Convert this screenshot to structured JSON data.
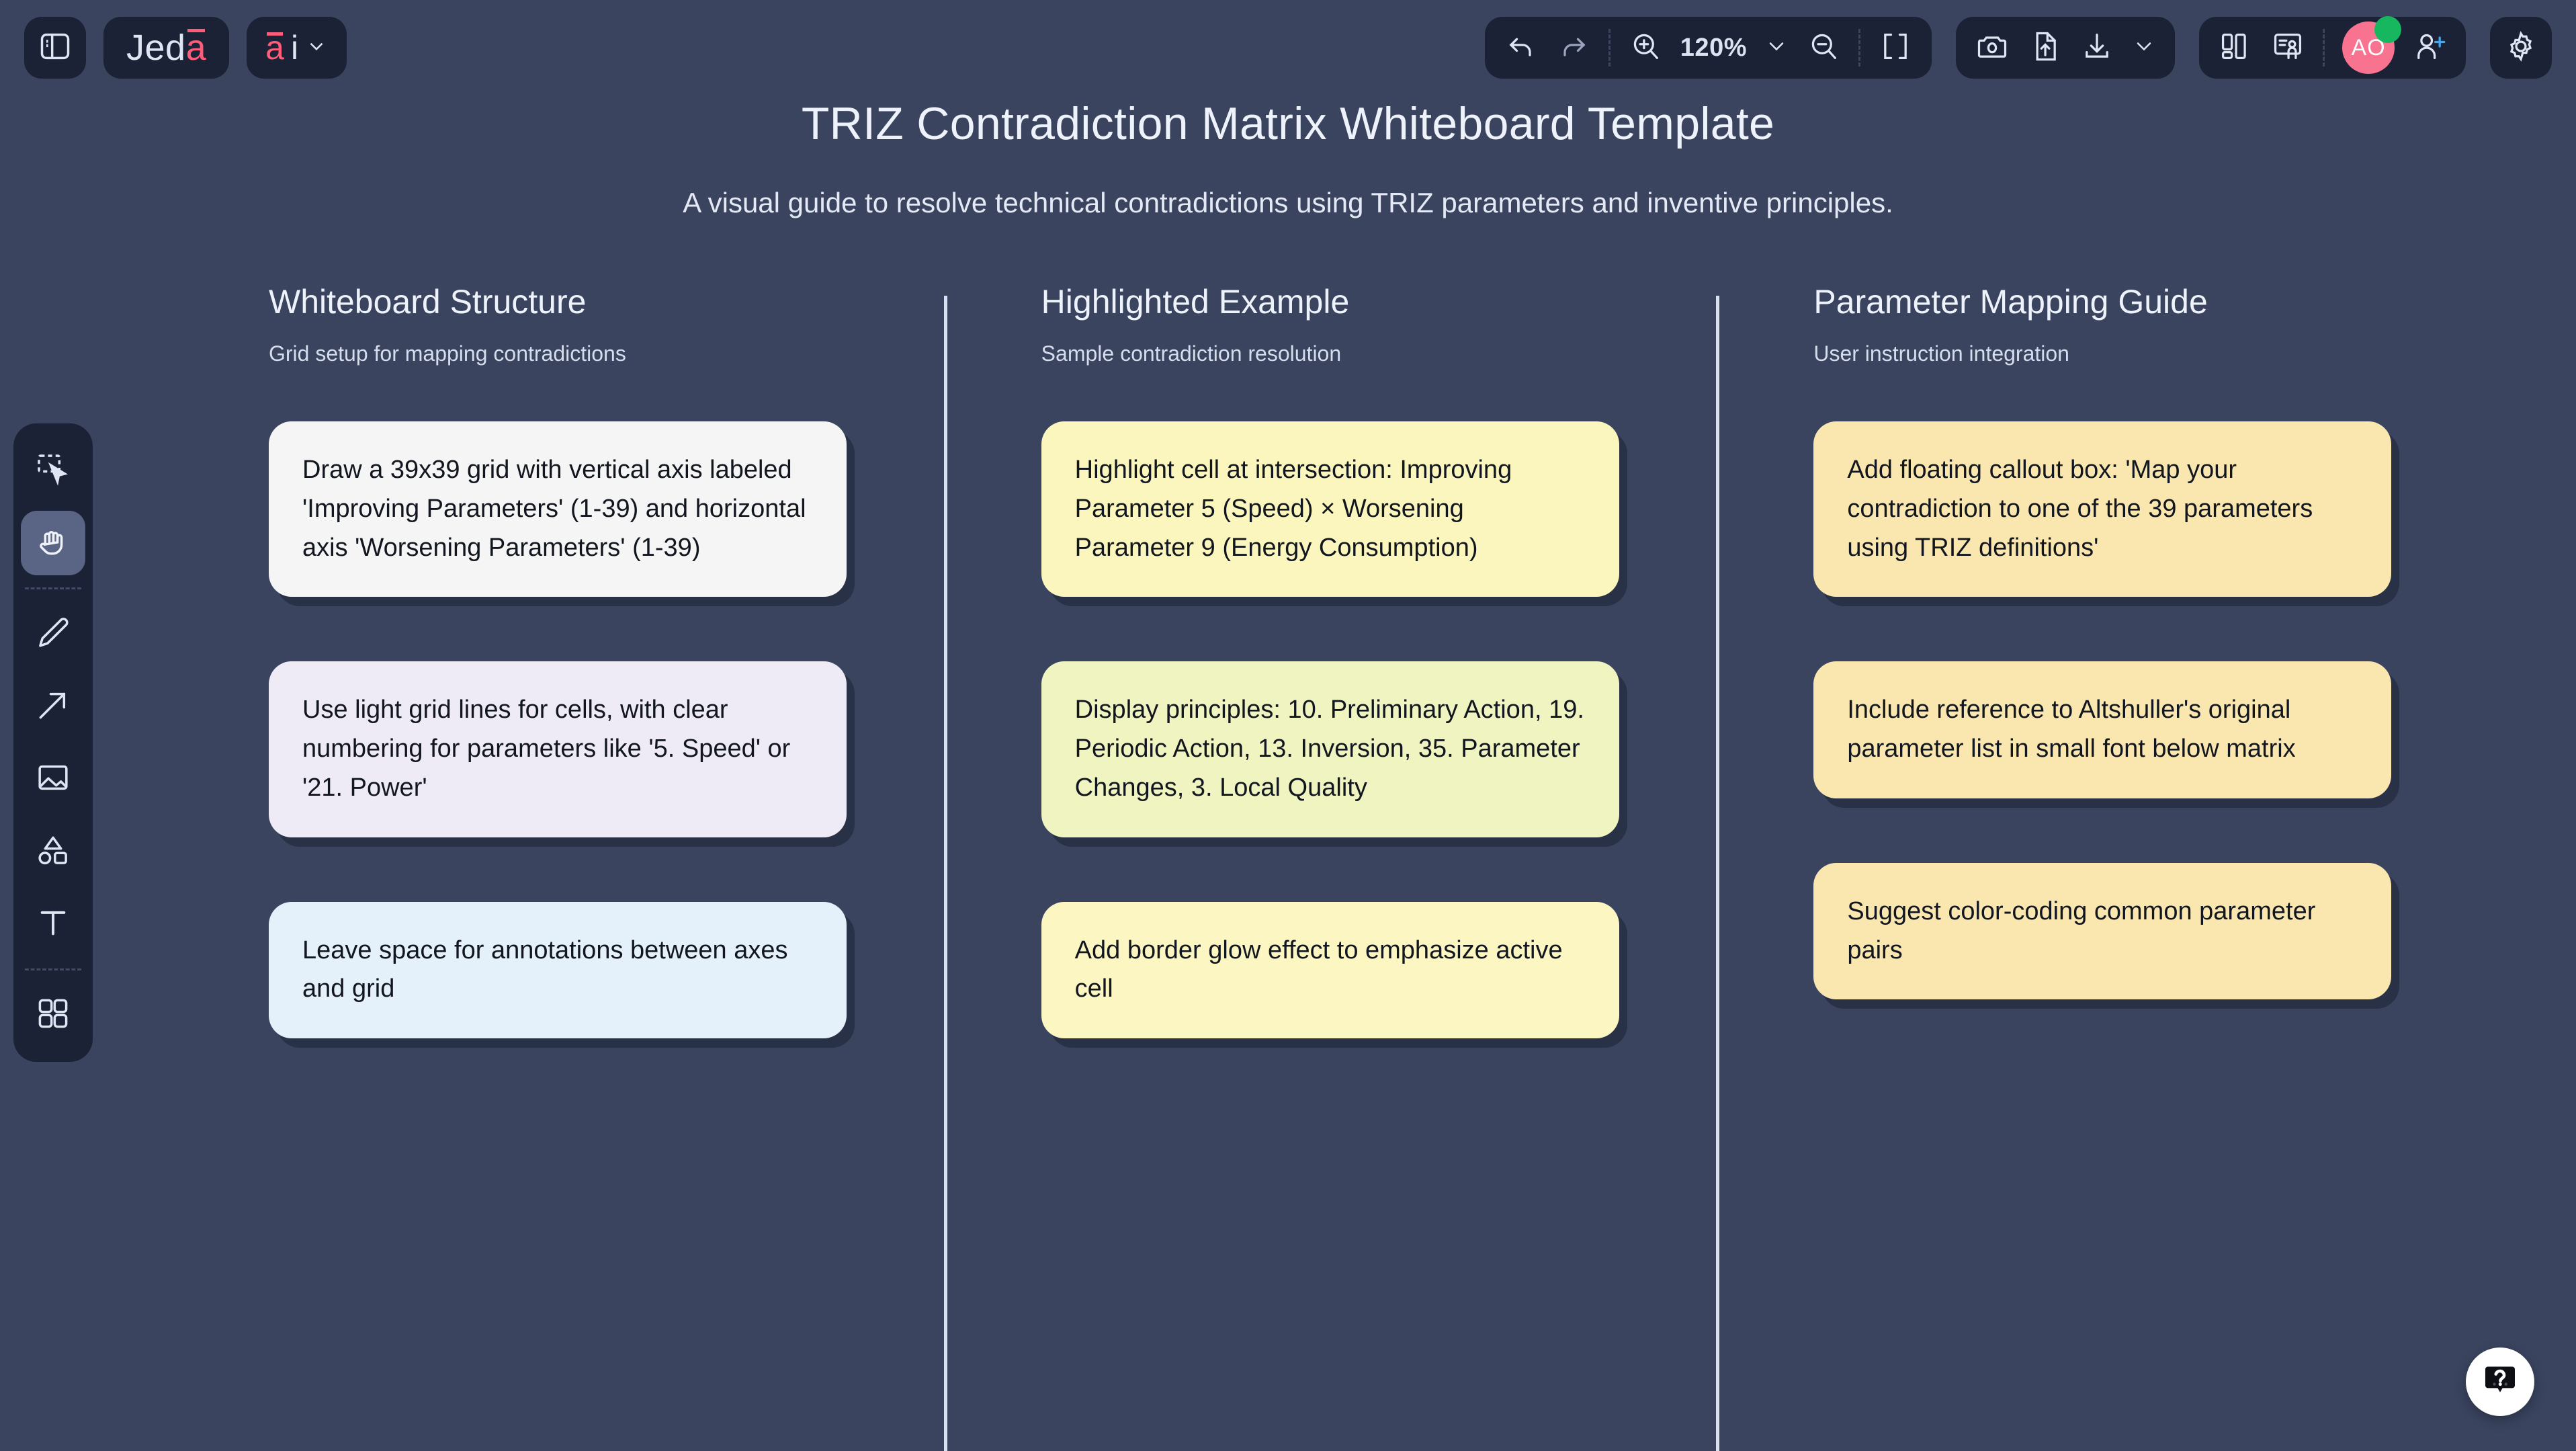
{
  "app": {
    "logo_text_main": "Jed",
    "logo_text_accent": "a",
    "ai_menu_a": "a",
    "ai_menu_i": "i"
  },
  "toolbar": {
    "sidebar_toggle_icon": "panel-toggle-icon",
    "undo_icon": "undo-icon",
    "redo_icon": "redo-icon",
    "zoom_in_icon": "zoom-in-icon",
    "zoom_level": "120%",
    "zoom_dropdown_icon": "chevron-down-icon",
    "zoom_out_icon": "zoom-out-icon",
    "fit_screen_icon": "fit-to-screen-icon",
    "camera_icon": "camera-icon",
    "upload_icon": "upload-icon",
    "download_icon": "download-icon",
    "download_dropdown_icon": "chevron-down-icon",
    "layout_icon": "layout-grid-icon",
    "present_icon": "presentation-icon",
    "avatar_initials": "AO",
    "add_user_icon": "add-user-icon",
    "settings_icon": "gear-icon"
  },
  "tools": [
    {
      "name": "select-tool",
      "icon": "select-marquee-icon",
      "active": false
    },
    {
      "name": "hand-tool",
      "icon": "hand-icon",
      "active": true
    },
    {
      "name": "pen-tool",
      "icon": "pen-icon",
      "active": false
    },
    {
      "name": "arrow-tool",
      "icon": "arrow-icon",
      "active": false
    },
    {
      "name": "image-tool",
      "icon": "image-icon",
      "active": false
    },
    {
      "name": "shapes-tool",
      "icon": "shapes-icon",
      "active": false
    },
    {
      "name": "text-tool",
      "icon": "text-icon",
      "active": false
    },
    {
      "name": "apps-tool",
      "icon": "apps-grid-icon",
      "active": false
    }
  ],
  "page": {
    "title": "TRIZ Contradiction Matrix Whiteboard Template",
    "subtitle": "A visual guide to resolve technical contradictions using TRIZ parameters and inventive principles."
  },
  "columns": [
    {
      "title": "Whiteboard Structure",
      "subtitle": "Grid setup for mapping contradictions",
      "cards": [
        {
          "text": "Draw a 39x39 grid with vertical axis labeled 'Improving Parameters' (1-39) and horizontal axis 'Worsening Parameters' (1-39)",
          "color": "#f5f5f6"
        },
        {
          "text": "Use light grid lines for cells, with clear numbering for parameters like '5. Speed' or '21. Power'",
          "color": "#eeebf7"
        },
        {
          "text": "Leave space for annotations between axes and grid",
          "color": "#e4f0fa"
        }
      ]
    },
    {
      "title": "Highlighted Example",
      "subtitle": "Sample contradiction resolution",
      "cards": [
        {
          "text": "Highlight cell at intersection: Improving Parameter 5 (Speed) × Worsening Parameter 9 (Energy Consumption)",
          "color": "#faf6bd"
        },
        {
          "text": "Display principles: 10. Preliminary Action, 19. Periodic Action, 13. Inversion, 35. Parameter Changes, 3. Local Quality",
          "color": "#f0f4c0"
        },
        {
          "text": "Add border glow effect to emphasize active cell",
          "color": "#fcf6c2"
        }
      ]
    },
    {
      "title": "Parameter Mapping Guide",
      "subtitle": "User instruction integration",
      "cards": [
        {
          "text": "Add floating callout box: 'Map your contradiction to one of the 39 parameters using TRIZ definitions'",
          "color": "#fae7b0"
        },
        {
          "text": "Include reference to Altshuller's original parameter list in small font below matrix",
          "color": "#fae7b0"
        },
        {
          "text": "Suggest color-coding common parameter pairs",
          "color": "#fae7b0"
        }
      ]
    }
  ],
  "help": {
    "icon": "help-question-icon"
  },
  "colors": {
    "background": "#3a445f",
    "panel": "#1b2236",
    "accent_pink": "#ff5c7a",
    "avatar_pink": "#f8738f",
    "status_green": "#17b75f",
    "text_light": "#eef2fa"
  }
}
